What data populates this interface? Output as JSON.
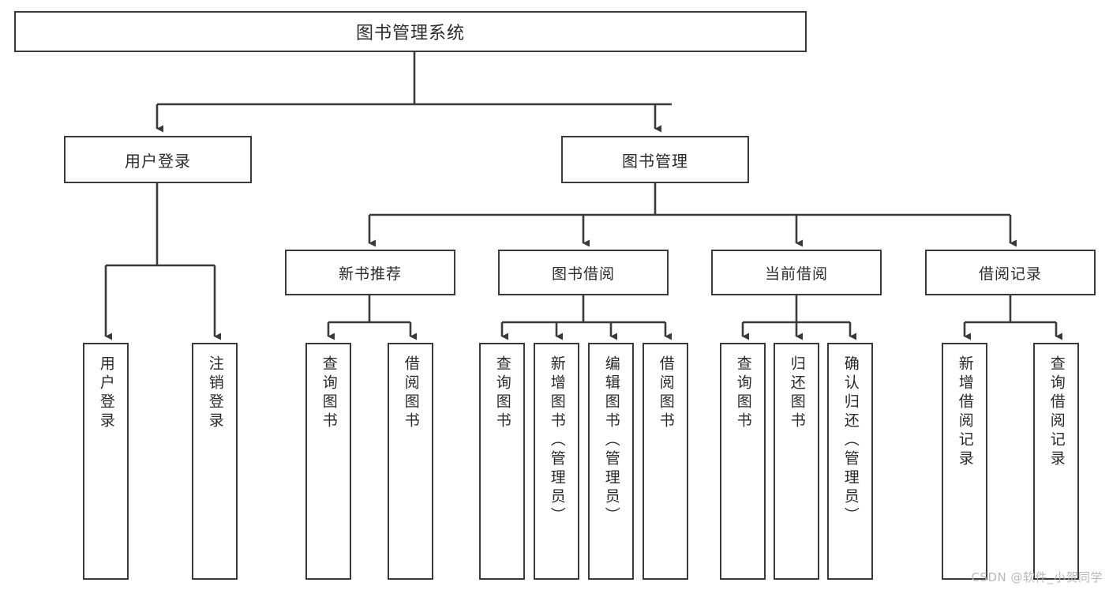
{
  "diagram": {
    "title": "图书管理系统",
    "type": "tree-hierarchy",
    "watermark": "CSDN @软件_小贺同学",
    "root": {
      "id": "root",
      "label": "图书管理系统"
    },
    "level2": [
      {
        "id": "user-login",
        "label": "用户登录"
      },
      {
        "id": "book-manage",
        "label": "图书管理"
      }
    ],
    "level3": [
      {
        "id": "new-book-recommend",
        "label": "新书推荐",
        "parent": "book-manage"
      },
      {
        "id": "book-borrow",
        "label": "图书借阅",
        "parent": "book-manage"
      },
      {
        "id": "current-borrow",
        "label": "当前借阅",
        "parent": "book-manage"
      },
      {
        "id": "borrow-record",
        "label": "借阅记录",
        "parent": "book-manage"
      }
    ],
    "leaves": {
      "user-login": [
        {
          "id": "leaf-user-login",
          "label": "用户登录"
        },
        {
          "id": "leaf-user-logout",
          "label": "注销登录"
        }
      ],
      "new-book-recommend": [
        {
          "id": "leaf-query-book-1",
          "label": "查询图书"
        },
        {
          "id": "leaf-borrow-book-1",
          "label": "借阅图书"
        }
      ],
      "book-borrow": [
        {
          "id": "leaf-query-book-2",
          "label": "查询图书"
        },
        {
          "id": "leaf-add-book",
          "label": "新增图书（管理员）"
        },
        {
          "id": "leaf-edit-book",
          "label": "编辑图书（管理员）"
        },
        {
          "id": "leaf-borrow-book-2",
          "label": "借阅图书"
        }
      ],
      "current-borrow": [
        {
          "id": "leaf-query-book-3",
          "label": "查询图书"
        },
        {
          "id": "leaf-return-book",
          "label": "归还图书"
        },
        {
          "id": "leaf-confirm-return",
          "label": "确认归还（管理员）"
        }
      ],
      "borrow-record": [
        {
          "id": "leaf-add-record",
          "label": "新增借阅记录"
        },
        {
          "id": "leaf-query-record",
          "label": "查询借阅记录"
        }
      ]
    },
    "colors": {
      "stroke": "#3a3a3a",
      "fill": "#ffffff",
      "text": "#2a2a2a",
      "watermark": "#b9b9b9"
    }
  }
}
